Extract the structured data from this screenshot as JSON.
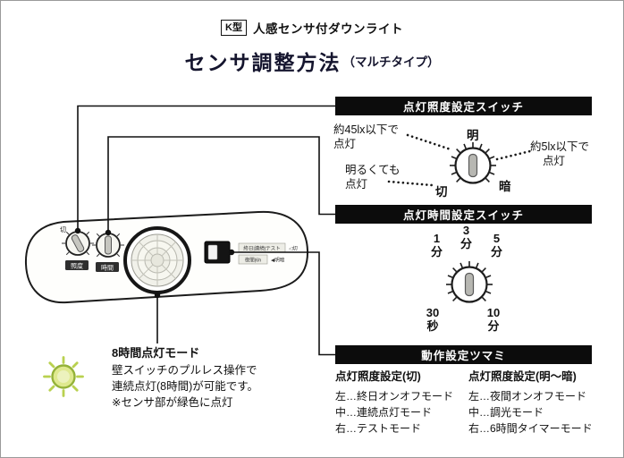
{
  "header": {
    "badge": "K型",
    "product": "人感センサ付ダウンライト",
    "title": "センサ調整方法",
    "title_suffix": "（マルチタイプ）"
  },
  "illuminance_section": {
    "header": "点灯照度設定スイッチ",
    "note_45_l1": "約45lx以下で",
    "note_45_l2": "点灯",
    "note_always_l1": "明るくても",
    "note_always_l2": "点灯",
    "note_5_l1": "約5lx以下で",
    "note_5_l2": "点灯",
    "pos_bright": "明",
    "pos_dark": "暗",
    "pos_off": "切"
  },
  "time_section": {
    "header": "点灯時間設定スイッチ",
    "pos_1min": "1分",
    "pos_3min": "3分",
    "pos_5min": "5分",
    "pos_30sec": "30秒",
    "pos_10min": "10分"
  },
  "operation_section": {
    "header": "動作設定ツマミ",
    "col_off": {
      "title": "点灯照度設定(切)",
      "rows": [
        "左…終日オンオフモード",
        "中…連続点灯モード",
        "右…テストモード"
      ]
    },
    "col_dim": {
      "title": "点灯照度設定(明～暗)",
      "rows": [
        "左…夜間オンオフモード",
        "中…調光モード",
        "右…6時間タイマーモード"
      ]
    }
  },
  "eight_hour": {
    "title": "8時間点灯モード",
    "line1": "壁スイッチのプルレス操作で",
    "line2": "連続点灯(8時間)が可能です。",
    "line3": "※センサ部が緑色に点灯"
  },
  "device": {
    "dial1_off": "切",
    "dial1_tag": "照度",
    "dial2_tag": "時間",
    "switch_row1": "終日|連続|テスト",
    "switch_row1_right": "◁切",
    "switch_row2": "夜間|6h",
    "switch_row2_right": "◀明暗"
  },
  "colors": {
    "bar_bg": "#0c0c0c",
    "title_color": "#15152e",
    "green_icon": "#dfe98f",
    "green_ring": "#94b238"
  }
}
